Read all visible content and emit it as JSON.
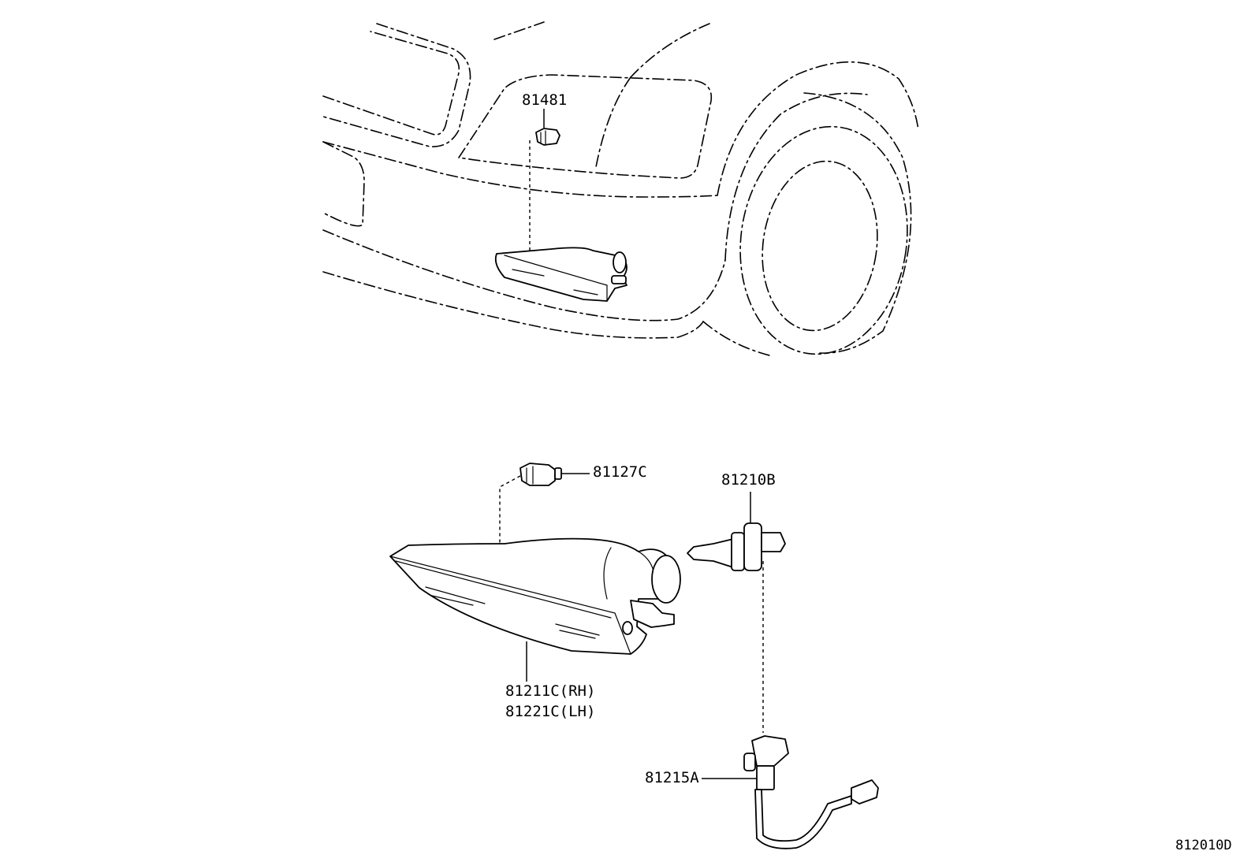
{
  "labels": {
    "bulb_small_top": "81481",
    "bulb_small": "81127C",
    "bulb_main": "81210B",
    "lamp_rh": "81211C(RH)",
    "lamp_lh": "81221C(LH)",
    "socket": "81215A",
    "diagram_code": "812010D"
  }
}
